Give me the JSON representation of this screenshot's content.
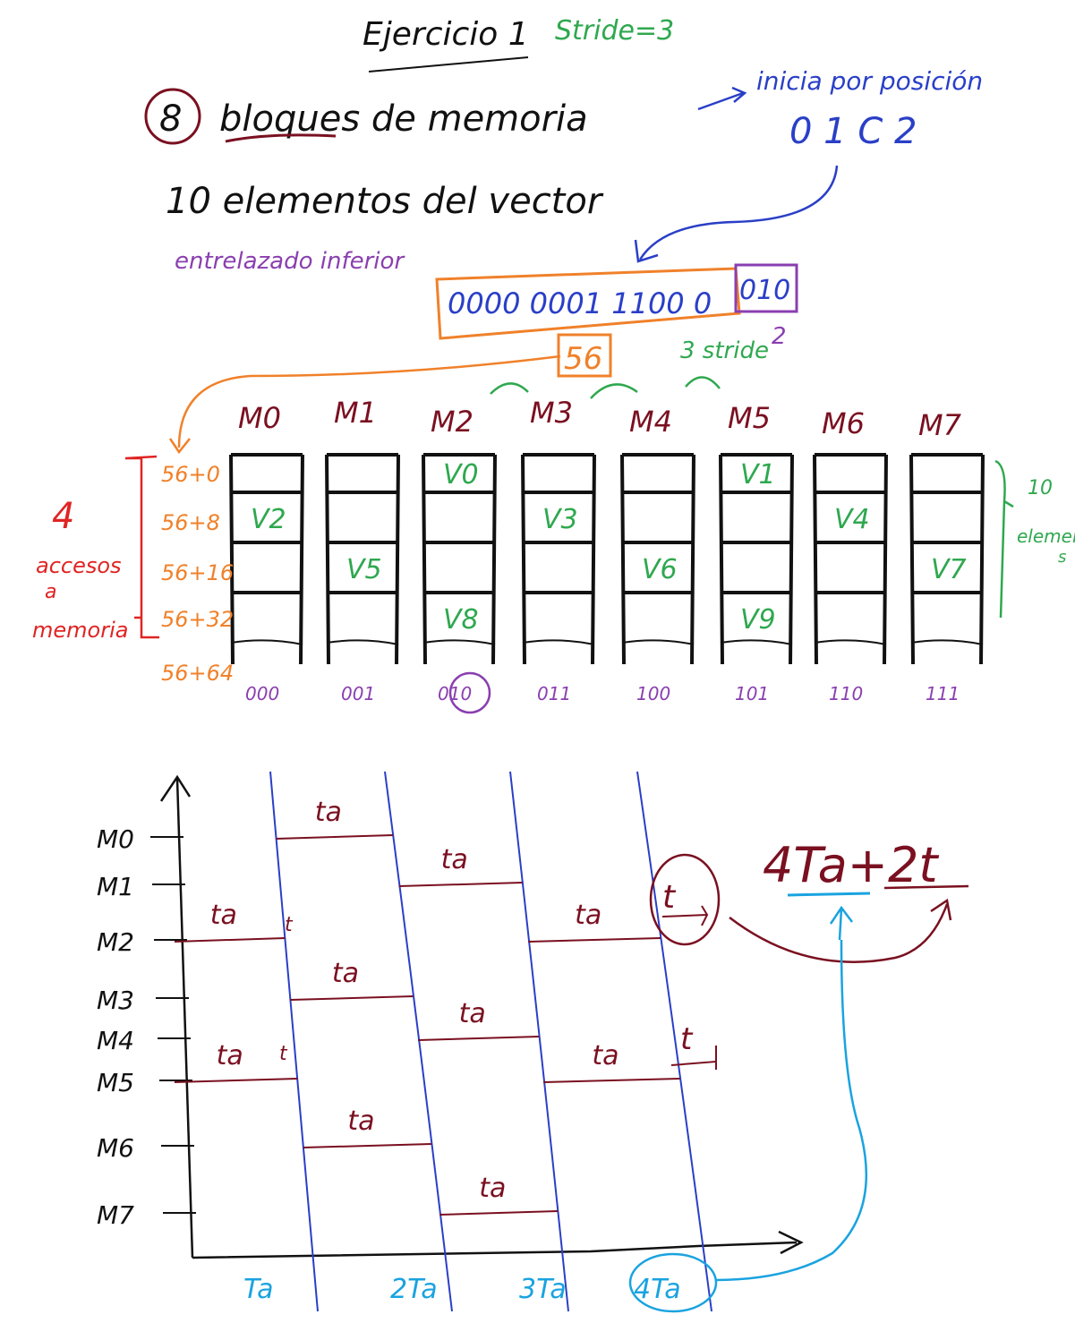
{
  "title": "Ejercicio 1",
  "stride_note": "Stride=3",
  "blocks_count": "8",
  "blocks_text": "bloques de memoria",
  "start_note": "inicia por posición",
  "start_digits": "0 1 C 2",
  "vector_text": "10 elementos del vector",
  "interleave_text": "entrelazado inferior",
  "address": {
    "high": "0000 0001 1100 0",
    "low": "010"
  },
  "base_value": "56",
  "stride_small": "3 stride",
  "two_label": "2",
  "modules": [
    "M0",
    "M1",
    "M2",
    "M3",
    "M4",
    "M5",
    "M6",
    "M7"
  ],
  "module_bits": [
    "000",
    "001",
    "010",
    "011",
    "100",
    "101",
    "110",
    "111"
  ],
  "row_addresses": [
    "56+0",
    "56+8",
    "56+16",
    "56+32",
    "56+64"
  ],
  "accesses_note": [
    "4",
    "accesos",
    "a",
    "memoria"
  ],
  "elements_note": [
    "10",
    "elemento",
    "s"
  ],
  "cells": [
    {
      "module": 2,
      "row": 0,
      "label": "V0"
    },
    {
      "module": 5,
      "row": 0,
      "label": "V1"
    },
    {
      "module": 0,
      "row": 1,
      "label": "V2"
    },
    {
      "module": 3,
      "row": 1,
      "label": "V3"
    },
    {
      "module": 6,
      "row": 1,
      "label": "V4"
    },
    {
      "module": 1,
      "row": 2,
      "label": "V5"
    },
    {
      "module": 4,
      "row": 2,
      "label": "V6"
    },
    {
      "module": 7,
      "row": 2,
      "label": "V7"
    },
    {
      "module": 2,
      "row": 3,
      "label": "V8"
    },
    {
      "module": 5,
      "row": 3,
      "label": "V9"
    }
  ],
  "timing": {
    "y_labels": [
      "M0",
      "M1",
      "M2",
      "M3",
      "M4",
      "M5",
      "M6",
      "M7"
    ],
    "x_labels": [
      "Ta",
      "2Ta",
      "3Ta",
      "4Ta"
    ],
    "ta": "ta",
    "t": "t",
    "formula": "4Ta+2t",
    "bars": [
      {
        "module": 2,
        "start": 0,
        "end": 1,
        "label": "ta"
      },
      {
        "module": 5,
        "start": 0,
        "end": 1,
        "label": "ta"
      },
      {
        "module": 0,
        "start": 1,
        "end": 2,
        "label": "ta"
      },
      {
        "module": 3,
        "start": 1,
        "end": 2,
        "label": "ta"
      },
      {
        "module": 6,
        "start": 1,
        "end": 2,
        "label": "ta"
      },
      {
        "module": 1,
        "start": 2,
        "end": 3,
        "label": "ta"
      },
      {
        "module": 4,
        "start": 2,
        "end": 3,
        "label": "ta"
      },
      {
        "module": 7,
        "start": 2,
        "end": 3,
        "label": "ta"
      },
      {
        "module": 2,
        "start": 3,
        "end": 4,
        "label": "ta"
      },
      {
        "module": 5,
        "start": 3,
        "end": 4,
        "label": "ta"
      }
    ]
  },
  "colors": {
    "ink": "#111111",
    "green": "#2fa84f",
    "blue": "#2a3fc7",
    "purple": "#8a3fb0",
    "orange": "#f0812a",
    "red": "#e02424",
    "maroon": "#7a1020",
    "cyan": "#1aa3e0"
  }
}
